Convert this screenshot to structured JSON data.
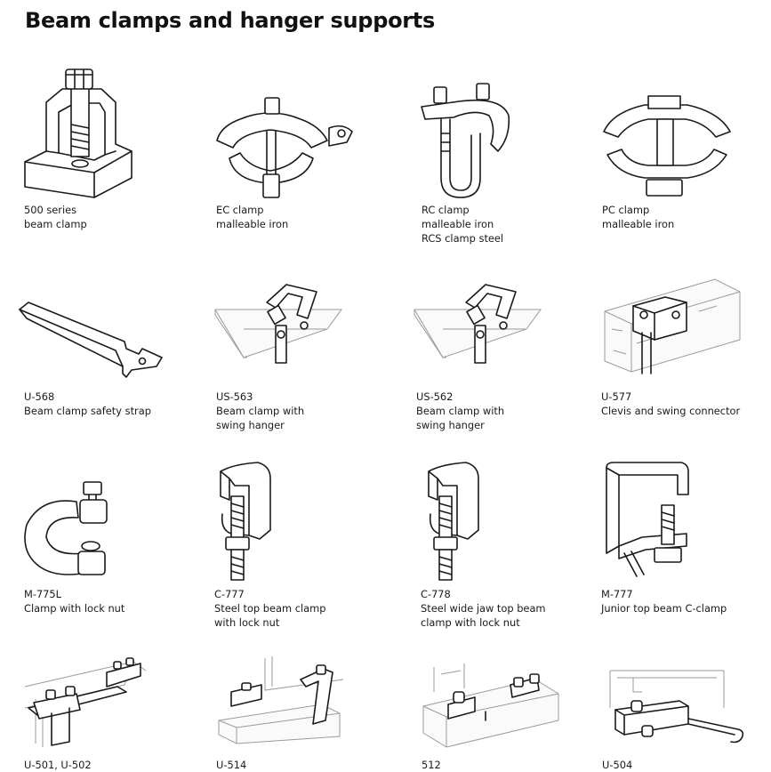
{
  "title": "Beam clamps and hanger supports",
  "products": [
    {
      "code": "500 series",
      "desc1": "beam clamp",
      "desc2": "",
      "icon": "beam-clamp-500-icon"
    },
    {
      "code": "EC clamp",
      "desc1": "malleable iron",
      "desc2": "",
      "icon": "ec-clamp-icon"
    },
    {
      "code": "RC clamp",
      "desc1": "malleable iron",
      "desc2": "RCS clamp steel",
      "icon": "rc-clamp-icon"
    },
    {
      "code": "PC clamp",
      "desc1": "malleable iron",
      "desc2": "",
      "icon": "pc-clamp-icon"
    },
    {
      "code": "U-568",
      "desc1": "Beam clamp safety strap",
      "desc2": "",
      "icon": "safety-strap-icon"
    },
    {
      "code": "US-563",
      "desc1": "Beam clamp with",
      "desc2": "swing hanger",
      "icon": "swing-hanger-clamp-icon"
    },
    {
      "code": "US-562",
      "desc1": "Beam clamp with",
      "desc2": "swing hanger",
      "icon": "swing-hanger-clamp-icon"
    },
    {
      "code": "U-577",
      "desc1": "Clevis and swing connector",
      "desc2": "",
      "icon": "clevis-swing-connector-icon"
    },
    {
      "code": "M-775L",
      "desc1": "Clamp with lock nut",
      "desc2": "",
      "icon": "c-clamp-lock-nut-icon"
    },
    {
      "code": "C-777",
      "desc1": "Steel top beam clamp",
      "desc2": "with lock nut",
      "icon": "top-beam-clamp-icon"
    },
    {
      "code": "C-778",
      "desc1": "Steel wide jaw top beam",
      "desc2": "clamp with lock nut",
      "icon": "wide-jaw-clamp-icon"
    },
    {
      "code": "M-777",
      "desc1": "Junior top beam C-clamp",
      "desc2": "",
      "icon": "junior-c-clamp-icon"
    },
    {
      "code": "U-501, U-502",
      "desc1": "",
      "desc2": "",
      "icon": "strut-beam-clamp-icon"
    },
    {
      "code": "U-514",
      "desc1": "",
      "desc2": "",
      "icon": "strut-beam-clamp-icon"
    },
    {
      "code": "512",
      "desc1": "",
      "desc2": "",
      "icon": "strut-beam-clamp-icon"
    },
    {
      "code": "U-504",
      "desc1": "",
      "desc2": "",
      "icon": "strut-beam-clamp-icon"
    }
  ]
}
